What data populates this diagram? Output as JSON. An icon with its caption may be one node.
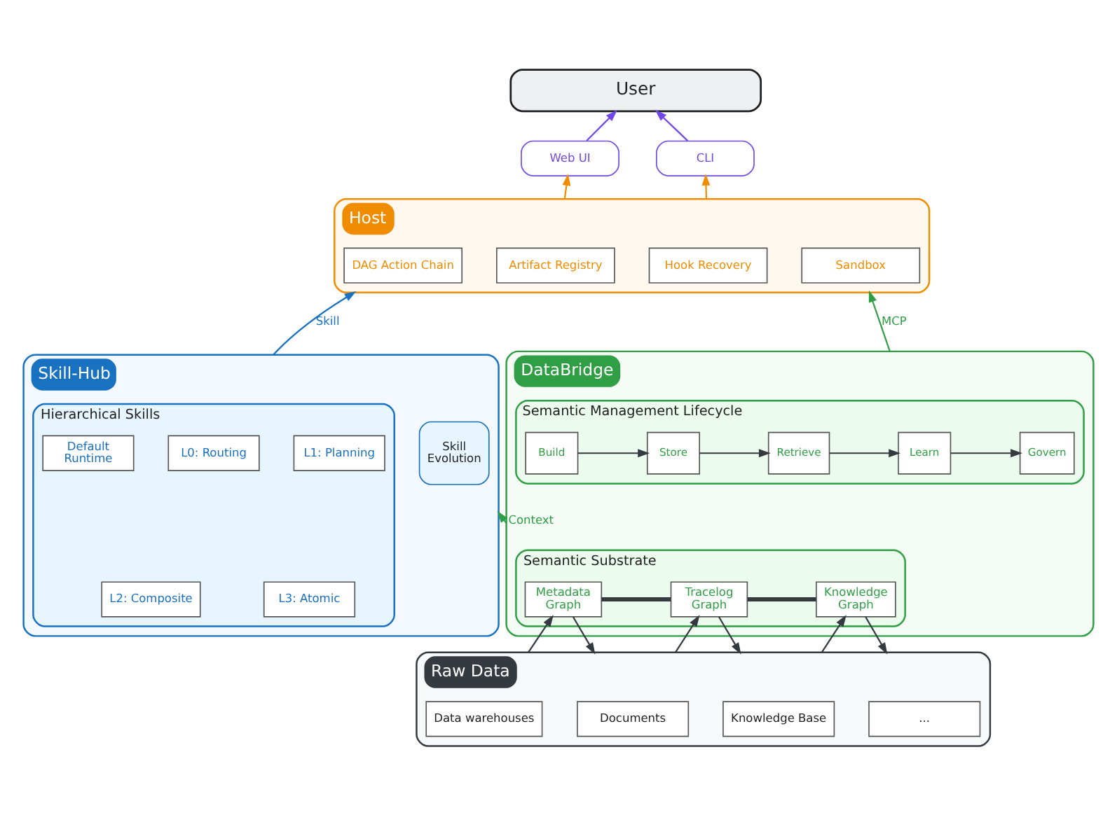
{
  "diagram": {
    "nodes": [
      {
        "text": [
          "User"
        ]
      },
      {
        "text": [
          "Web UI"
        ]
      },
      {
        "text": [
          "CLI"
        ]
      },
      {
        "text": [
          "Host"
        ]
      },
      {
        "text": [
          "DAG Action Chain"
        ],
        "in": 3
      },
      {
        "text": [
          "Artifact Registry"
        ],
        "in": 3
      },
      {
        "text": [
          "Hook Recovery"
        ],
        "in": 3
      },
      {
        "text": [
          "Sandbox"
        ],
        "in": 3
      },
      {
        "text": [
          "Skill-Hub"
        ]
      },
      {
        "text": [
          "Hierarchical Skills"
        ],
        "in": 8
      },
      {
        "text": [
          "Default Runtime"
        ],
        "in": 9
      },
      {
        "text": [
          "L0: Routing"
        ],
        "in": 9
      },
      {
        "text": [
          "L1: Planning"
        ],
        "in": 9
      },
      {
        "text": [
          "L2: Composite"
        ],
        "in": 9
      },
      {
        "text": [
          "L3: Atomic"
        ],
        "in": 9
      },
      {
        "text": [
          "Skill Evolution"
        ],
        "in": 8
      },
      {
        "text": [
          "DataBridge"
        ]
      },
      {
        "text": [
          "Semantic Management Lifecycle"
        ],
        "in": 16
      },
      {
        "text": [
          "Build"
        ],
        "in": 17
      },
      {
        "text": [
          "Store"
        ],
        "in": 17
      },
      {
        "text": [
          "Retrieve"
        ],
        "in": 17
      },
      {
        "text": [
          "Learn"
        ],
        "in": 17
      },
      {
        "text": [
          "Govern"
        ],
        "in": 17
      },
      {
        "text": [
          "Semantic Substrate"
        ],
        "in": 16
      },
      {
        "text": [
          "Metadata Graph"
        ],
        "in": 23
      },
      {
        "text": [
          "Tracelog Graph"
        ],
        "in": 23
      },
      {
        "text": [
          "Knowledge Graph"
        ],
        "in": 23
      },
      {
        "text": [
          "Raw Data"
        ]
      },
      {
        "text": [
          "Data warehouses"
        ],
        "in": 27
      },
      {
        "text": [
          "Documents"
        ],
        "in": 27
      },
      {
        "text": [
          "Knowledge Base"
        ],
        "in": 27
      },
      {
        "text": [
          "..."
        ],
        "in": 27
      }
    ],
    "edges": [
      {
        "from": 1,
        "to": 0,
        "arrow": "to",
        "color": "#7048e8"
      },
      {
        "from": 2,
        "to": 0,
        "arrow": "to",
        "color": "#7048e8"
      },
      {
        "from": 3,
        "to": 1,
        "arrow": "to",
        "color": "#f08c00"
      },
      {
        "from": 3,
        "to": 2,
        "arrow": "to",
        "color": "#f08c00"
      },
      {
        "from": 8,
        "to": 3,
        "arrow": "to",
        "label": "Skill",
        "color": "#1971c2"
      },
      {
        "from": 16,
        "to": 3,
        "arrow": "to",
        "label": "MCP",
        "color": "#2f9e44"
      },
      {
        "from": 16,
        "to": 8,
        "arrow": "to",
        "label": "Context",
        "color": "#2f9e44"
      },
      {
        "from": 18,
        "to": 19,
        "arrow": "to"
      },
      {
        "from": 19,
        "to": 20,
        "arrow": "to"
      },
      {
        "from": 20,
        "to": 21,
        "arrow": "to"
      },
      {
        "from": 21,
        "to": 22,
        "arrow": "to"
      },
      {
        "from": 24,
        "to": 25,
        "arrow": "none",
        "style": "thick"
      },
      {
        "from": 25,
        "to": 26,
        "arrow": "none",
        "style": "thick"
      },
      {
        "from": 27,
        "to": 24,
        "arrow": "to"
      },
      {
        "from": 24,
        "to": 27,
        "arrow": "to"
      },
      {
        "from": 27,
        "to": 25,
        "arrow": "to"
      },
      {
        "from": 25,
        "to": 27,
        "arrow": "to"
      },
      {
        "from": 27,
        "to": 26,
        "arrow": "to"
      },
      {
        "from": 26,
        "to": 27,
        "arrow": "to"
      }
    ]
  }
}
